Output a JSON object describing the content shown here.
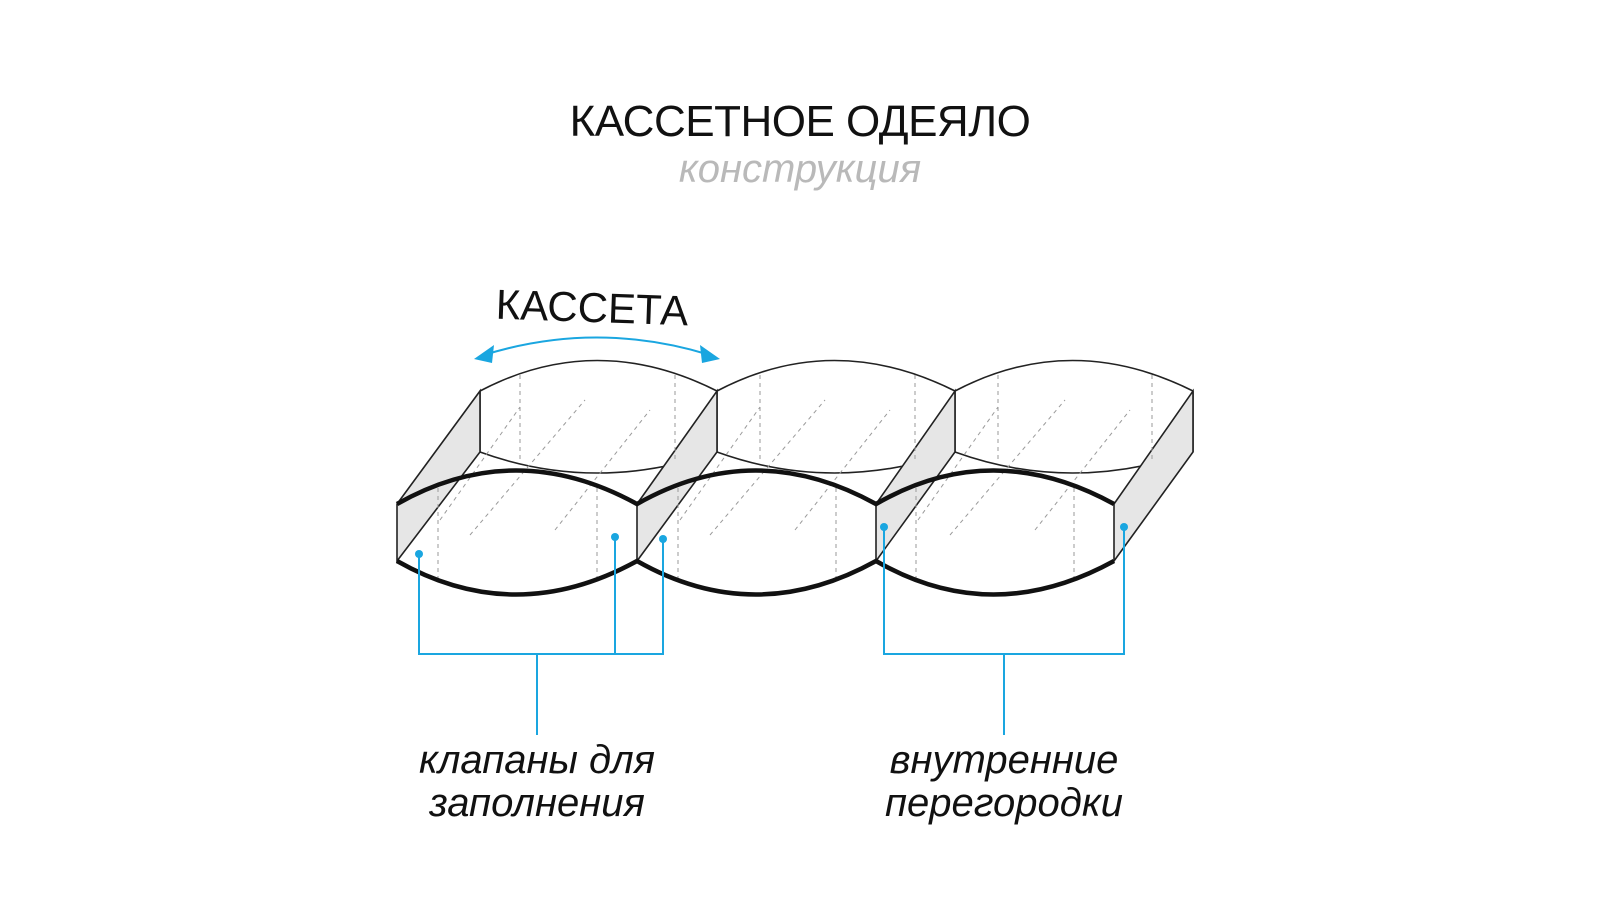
{
  "title": "КАССЕТНОЕ ОДЕЯЛО",
  "subtitle": "конструкция",
  "cassette_label": "КАССЕТА",
  "callouts": {
    "valves": {
      "line1": "клапаны для",
      "line2": "заполнения"
    },
    "partitions": {
      "line1": "внутренние",
      "line2": "перегородки"
    }
  },
  "colors": {
    "accent": "#1aa6e0",
    "outline": "#111111",
    "subtitle": "#b9b9b9",
    "side_face": "#e6e6e6"
  },
  "icons": {
    "cassette_arrow": "double-headed-curved-arrow"
  }
}
